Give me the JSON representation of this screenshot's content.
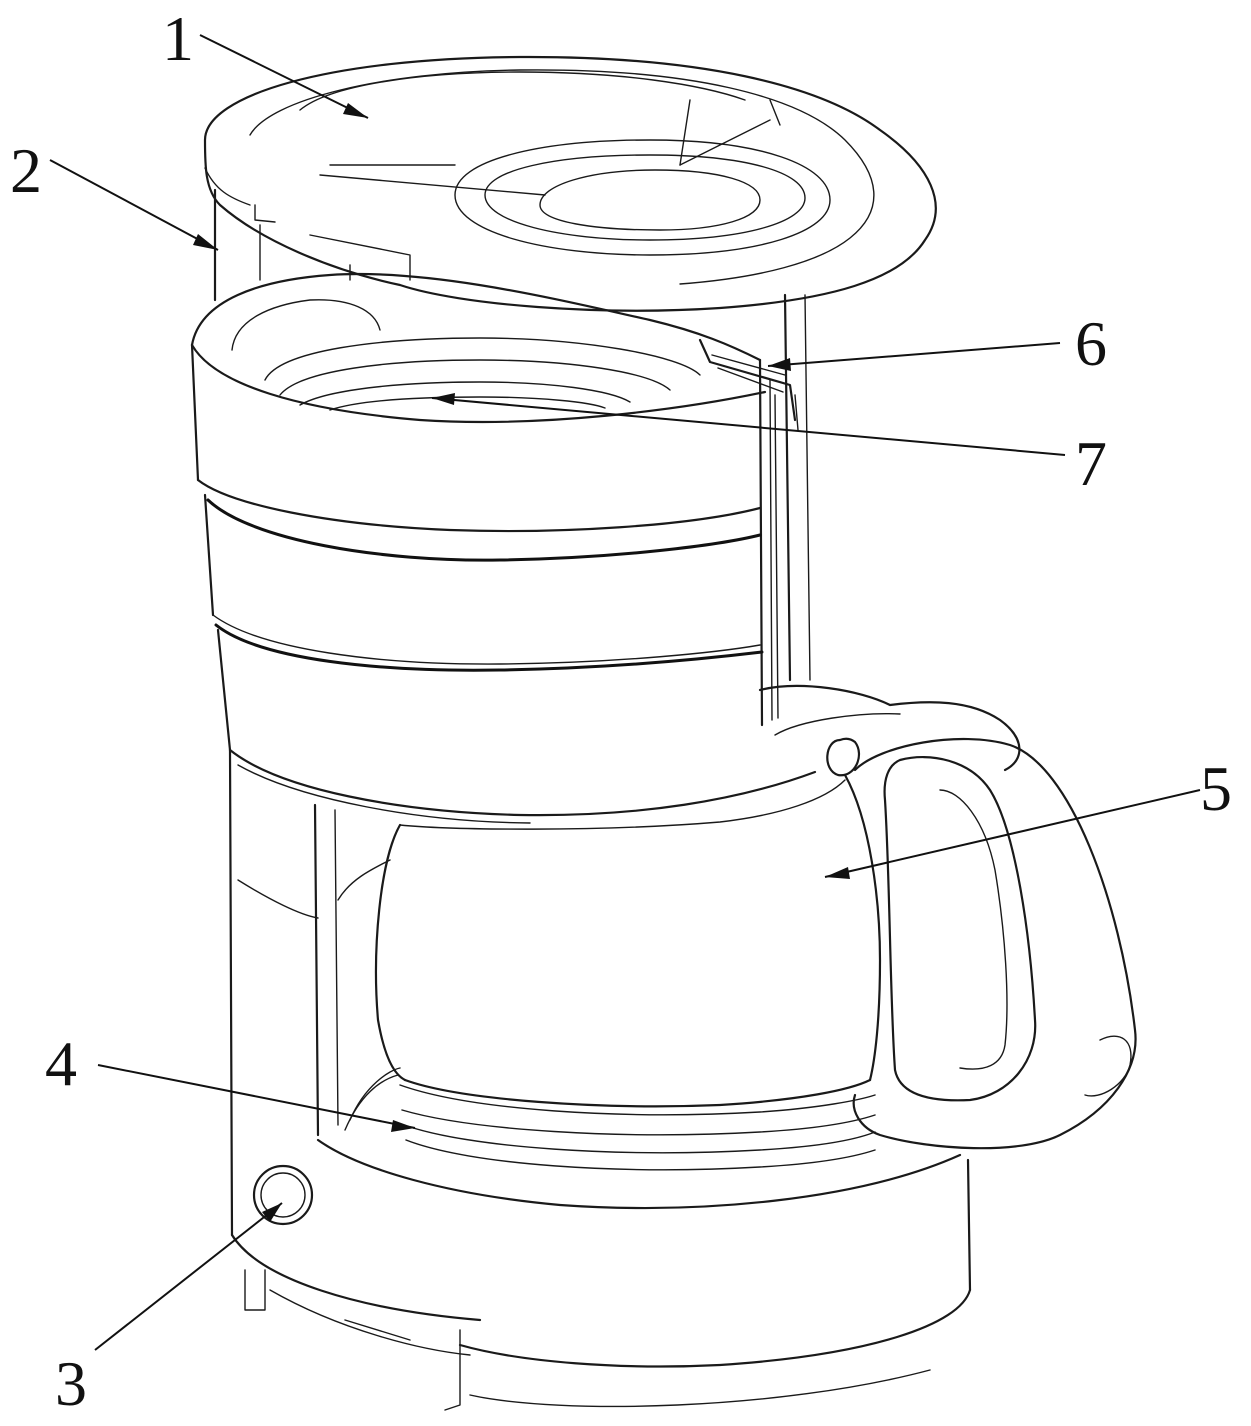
{
  "callouts": [
    {
      "id": "c1",
      "label": "1"
    },
    {
      "id": "c2",
      "label": "2"
    },
    {
      "id": "c3",
      "label": "3"
    },
    {
      "id": "c4",
      "label": "4"
    },
    {
      "id": "c5",
      "label": "5"
    },
    {
      "id": "c6",
      "label": "6"
    },
    {
      "id": "c7",
      "label": "7"
    }
  ]
}
